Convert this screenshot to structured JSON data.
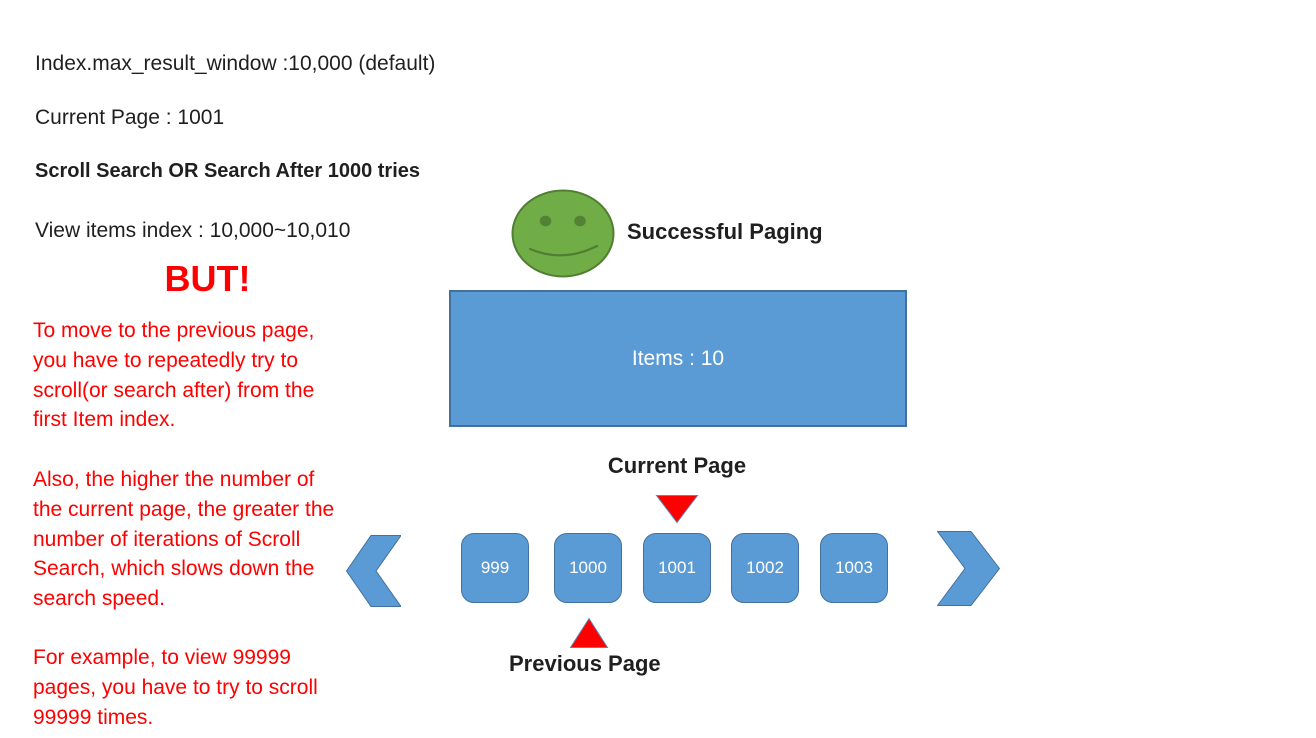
{
  "header": {
    "line1": "Index.max_result_window :10,000 (default)",
    "line2": "Current Page : 1001",
    "line3": "Scroll Search OR Search After 1000 tries",
    "line4": "View items index : 10,000~10,010"
  },
  "warning": {
    "title": "BUT!",
    "p1_lines": [
      "To move to the previous page,",
      "you have to repeatedly try to",
      "scroll(or search after) from the",
      "first Item index."
    ],
    "p2_lines": [
      "Also, the higher the number of",
      "the current page, the greater the",
      "number of iterations of Scroll",
      "Search, which slows down the",
      "search speed."
    ],
    "p3_lines": [
      "For example, to view 99999",
      "pages, you have to try to scroll",
      "99999 times."
    ]
  },
  "success": {
    "label": "Successful Paging",
    "icon": "smiley-face-icon"
  },
  "items_box": {
    "label": "Items : 10"
  },
  "pagination": {
    "current_label": "Current Page",
    "previous_label": "Previous Page",
    "current_page": "1001",
    "previous_page": "1000",
    "pages": [
      "999",
      "1000",
      "1001",
      "1002",
      "1003"
    ],
    "icons": {
      "left_arrow": "chevron-left-icon",
      "right_arrow": "chevron-right-icon",
      "current_marker": "triangle-down-icon",
      "previous_marker": "triangle-up-icon"
    }
  },
  "colors": {
    "blue_fill": "#5b9bd5",
    "blue_border": "#41719c",
    "green_fill": "#70ad47",
    "green_border": "#507e32",
    "red": "#ff0000",
    "text": "#1f1f1f",
    "white": "#ffffff"
  }
}
